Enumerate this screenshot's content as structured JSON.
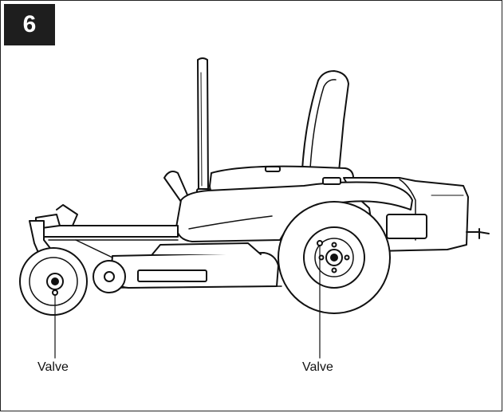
{
  "figure": {
    "number": "6",
    "callouts": [
      {
        "label": "Valve"
      },
      {
        "label": "Valve"
      }
    ]
  }
}
